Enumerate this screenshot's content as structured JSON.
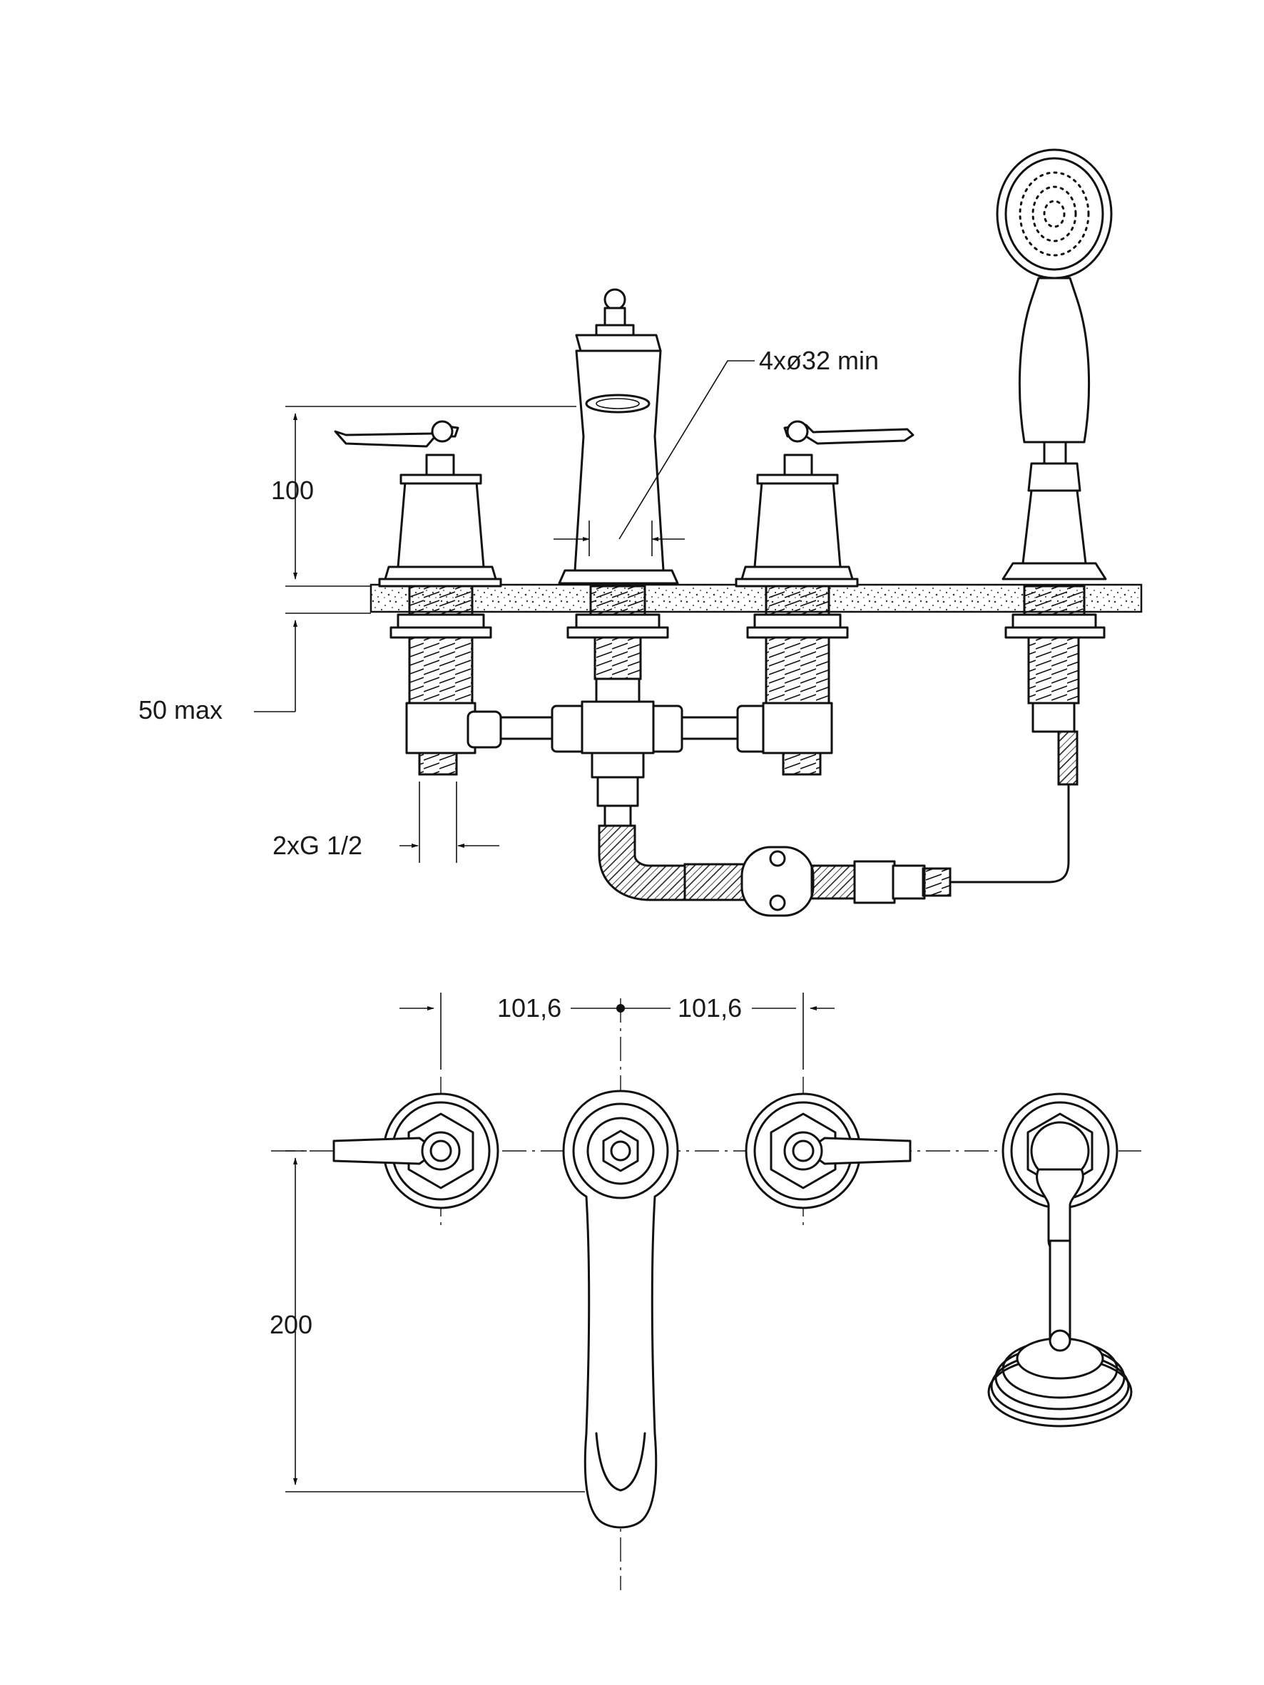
{
  "labels": {
    "height_100": "100",
    "max_50": "50 max",
    "holes": "4xø32 min",
    "thread": "2xG 1/2",
    "spacing_left": "101,6",
    "spacing_right": "101,6",
    "reach_200": "200"
  }
}
